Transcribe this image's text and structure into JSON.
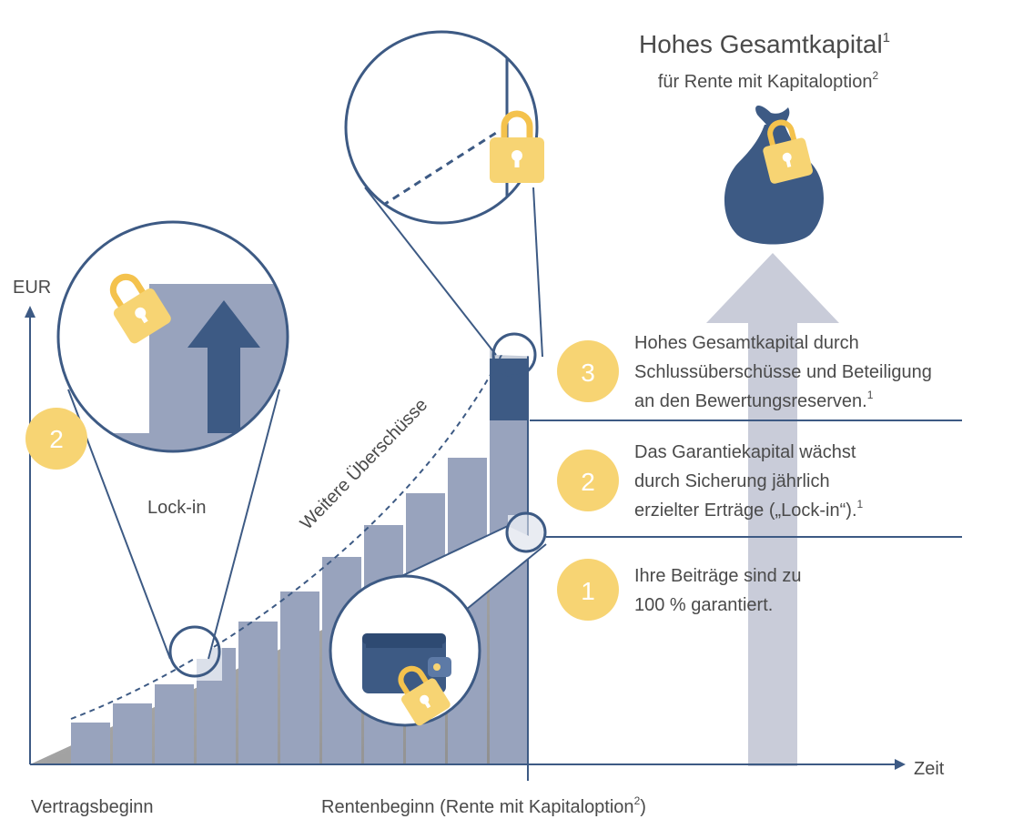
{
  "colors": {
    "navy": "#3d5a84",
    "bar": "#98a3bd",
    "light": "#dbe0ea",
    "gray": "#9a9a9a",
    "yellow": "#f7d473",
    "yellow_dark": "#f4c24d",
    "text": "#4a4a4a"
  },
  "axis": {
    "y_label": "EUR",
    "x_label": "Zeit"
  },
  "labels": {
    "start": "Vertragsbeginn",
    "pension_start": "Rentenbeginn (Rente mit Kapitaloption",
    "pension_start_sup": "2",
    "pension_start_close": ")",
    "surplus": "Weitere Überschüsse",
    "lockin": "Lock-in"
  },
  "headline": {
    "title": "Hohes Gesamtkapital",
    "title_sup": "1",
    "subtitle": "für Rente mit Kapitaloption",
    "subtitle_sup": "2"
  },
  "steps": [
    {
      "badge": "3",
      "lines": [
        "Hohes Gesamtkapital durch",
        "Schlussüberschüsse und Beteiligung",
        "an den Bewertungsreserven."
      ],
      "sup": "1"
    },
    {
      "badge": "2",
      "lines": [
        "Das Garantiekapital wächst",
        "durch Sicherung jährlich",
        "erzielter Erträge („Lock-in“)."
      ],
      "sup": "1"
    },
    {
      "badge": "1",
      "lines": [
        "Ihre Beiträge sind zu",
        "100 % garantiert."
      ],
      "sup": ""
    }
  ],
  "callout_badge": "2",
  "icons": [
    "lock-icon",
    "wallet-icon",
    "money-bag-icon",
    "arrow-up-icon"
  ]
}
